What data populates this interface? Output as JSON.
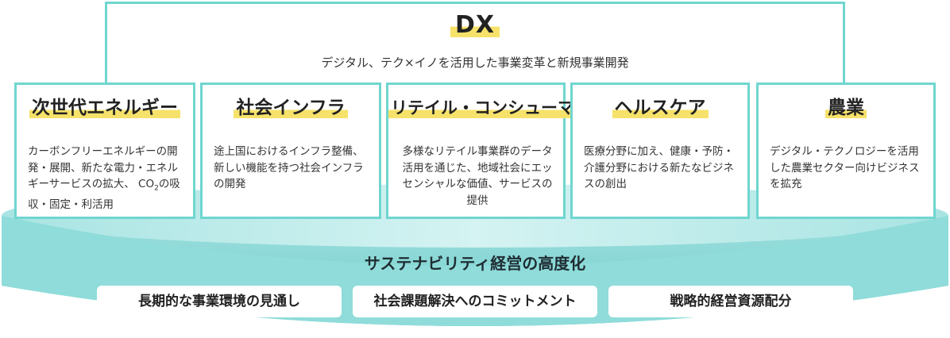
{
  "dx": {
    "title": "DX",
    "subtitle": "デジタル、テク×イノを活用した事業変革と新規事業開発"
  },
  "pillars": [
    {
      "title": "次世代エネルギー",
      "desc_parts": [
        "カーボンフリーエネルギーの開発・展開、新たな電力・エネルギーサービスの拡大、 CO",
        "2",
        "の吸収・固定・利活用"
      ]
    },
    {
      "title": "社会インフラ",
      "desc": "途上国におけるインフラ整備、新しい機能を持つ社会インフラの開発"
    },
    {
      "title": "リテイル・コンシューマー",
      "desc": "多様なリテイル事業群のデータ活用を通じた、地域社会にエッセンシャルな価値、サービスの提供"
    },
    {
      "title": "ヘルスケア",
      "desc": "医療分野に加え、健康・予防・介護分野における新たなビジネスの創出"
    },
    {
      "title": "農業",
      "desc": "デジタル・テクノロジーを活用した農業セクター向けビジネスを拡充"
    }
  ],
  "foundation": {
    "title": "サステナビリティ経営の高度化",
    "items": [
      "長期的な事業環境の見通し",
      "社会課題解決へのコミットメント",
      "戦略的経営資源配分"
    ]
  },
  "colors": {
    "frame": "#6fd6cf",
    "highlight": "#f6e26a",
    "platform_top": "#c4ecec",
    "platform_side": "#7fd4d2"
  }
}
